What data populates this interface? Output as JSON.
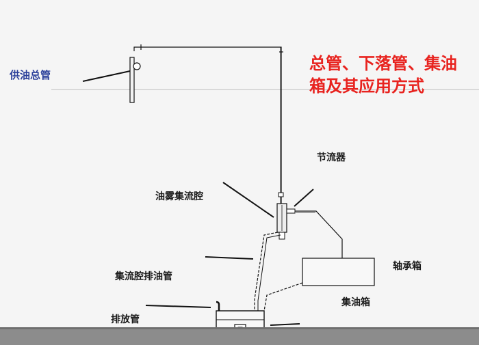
{
  "title": {
    "line1": "总管、下落管、集油",
    "line2": "箱及其应用方式"
  },
  "labels": {
    "supply_main": "供油总管",
    "throttle": "节流器",
    "mist_chamber": "油雾集流腔",
    "bearing_box": "轴承箱",
    "chamber_drain_pipe": "集流腔排油管",
    "oil_tank": "集油箱",
    "discharge_pipe": "排放管"
  },
  "colors": {
    "title": "#e8231f",
    "supply_label": "#2a3f9a",
    "line": "#1a1a1a",
    "floor": "#8c8c8c"
  }
}
